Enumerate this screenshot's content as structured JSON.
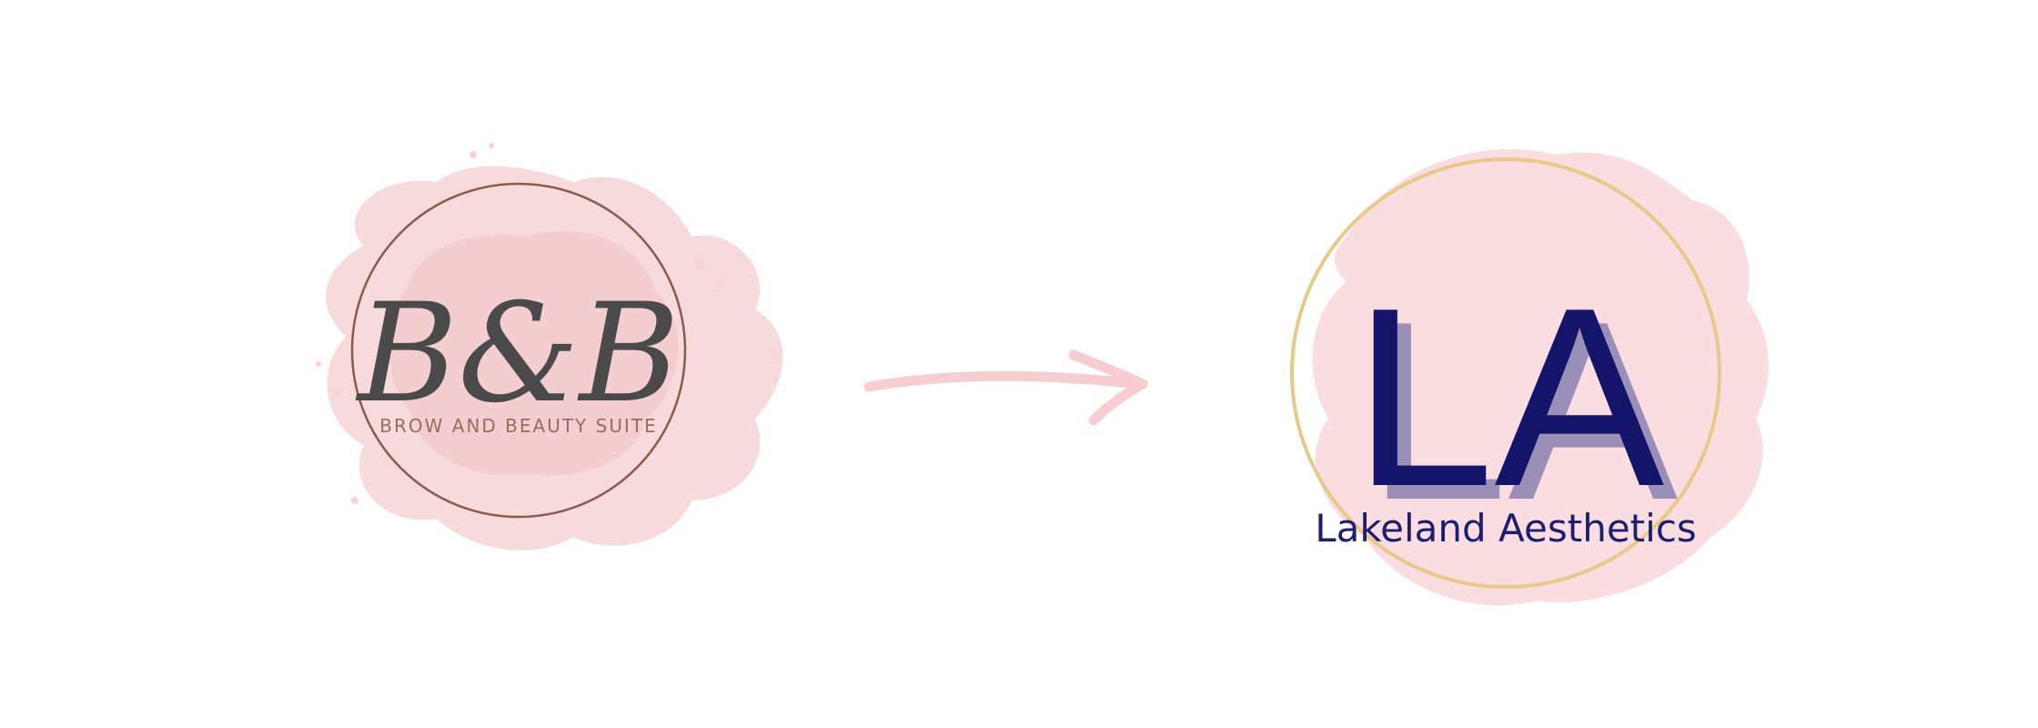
{
  "before_logo": {
    "monogram": "B&B",
    "tagline": "BROW AND BEAUTY SUITE"
  },
  "after_logo": {
    "monogram": "LA",
    "name": "Lakeland Aesthetics"
  },
  "arrow": {
    "icon": "arrow-right-icon"
  },
  "colors": {
    "before_splash": "#f6d3d6",
    "before_ring": "#8a5a4a",
    "before_monogram": "#4a4a4a",
    "before_tagline": "#9b6b5c",
    "after_splash": "#f9dde0",
    "after_ring": "#e8c98a",
    "after_monogram": "#14146b",
    "after_shadow": "#8a82b0",
    "after_name": "#1e1e6e",
    "arrow": "#f7cdd2"
  }
}
